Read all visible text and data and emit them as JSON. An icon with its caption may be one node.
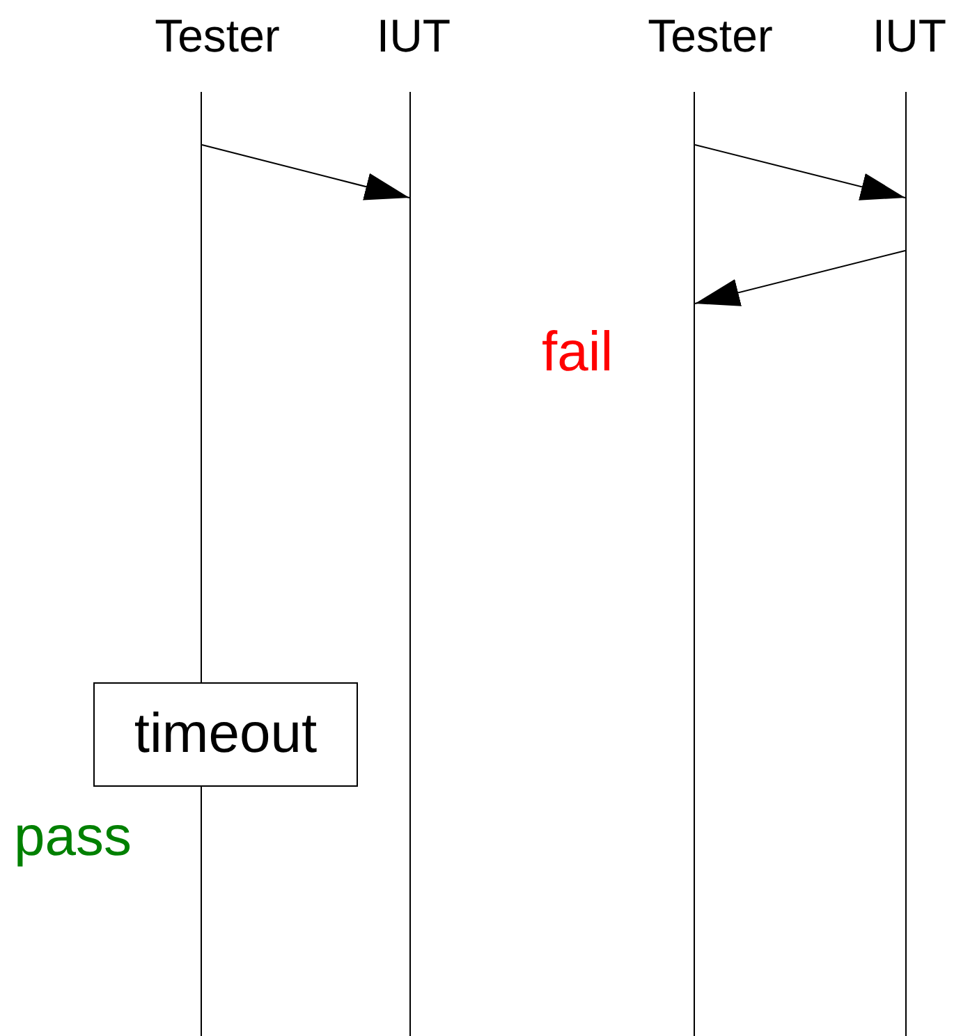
{
  "diagram": {
    "nodes": [
      {
        "text": [
          "Tester"
        ]
      },
      {
        "text": [
          "IUT"
        ]
      },
      {
        "text": [
          "Tester"
        ]
      },
      {
        "text": [
          "IUT"
        ]
      },
      {
        "text": [
          "timeout"
        ]
      }
    ],
    "edges": [
      {
        "from": 0,
        "to": 1,
        "arrow": "to"
      },
      {
        "from": 2,
        "to": 3,
        "arrow": "to"
      },
      {
        "from": 3,
        "to": 2,
        "arrow": "to"
      }
    ],
    "labels": [
      "fail",
      "pass"
    ]
  }
}
